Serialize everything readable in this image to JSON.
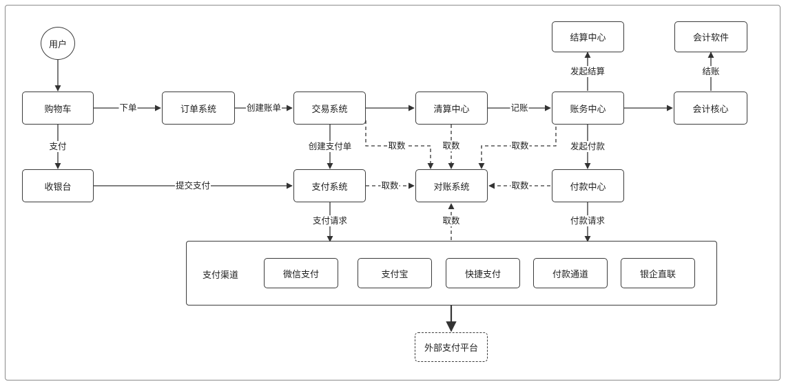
{
  "nodes": {
    "user": "用户",
    "cart": "购物车",
    "order_system": "订单系统",
    "trade_system": "交易系统",
    "clearing_center": "清算中心",
    "accounting_center": "账务中心",
    "settlement_center": "结算中心",
    "accounting_software": "会计软件",
    "accounting_core": "会计核心",
    "cashier": "收银台",
    "payment_system": "支付系统",
    "reconciliation_system": "对账系统",
    "payout_center": "付款中心",
    "external_platform": "外部支付平台"
  },
  "channels": {
    "title": "支付渠道",
    "items": [
      "微信支付",
      "支付宝",
      "快捷支付",
      "付款通道",
      "银企直联"
    ]
  },
  "edge_labels": {
    "place_order": "下单",
    "create_bill": "创建账单",
    "record": "记账",
    "pay": "支付",
    "create_payment_order": "创建支付单",
    "initiate_settlement": "发起结算",
    "checkout": "结账",
    "fetch_trade": "取数",
    "fetch_clearing": "取数",
    "fetch_accounting": "取数",
    "initiate_payout": "发起付款",
    "submit_payment": "提交支付",
    "fetch_payment": "取数",
    "fetch_payout": "取数",
    "payment_request": "支付请求",
    "fetch_channel": "取数",
    "payout_request": "付款请求"
  }
}
